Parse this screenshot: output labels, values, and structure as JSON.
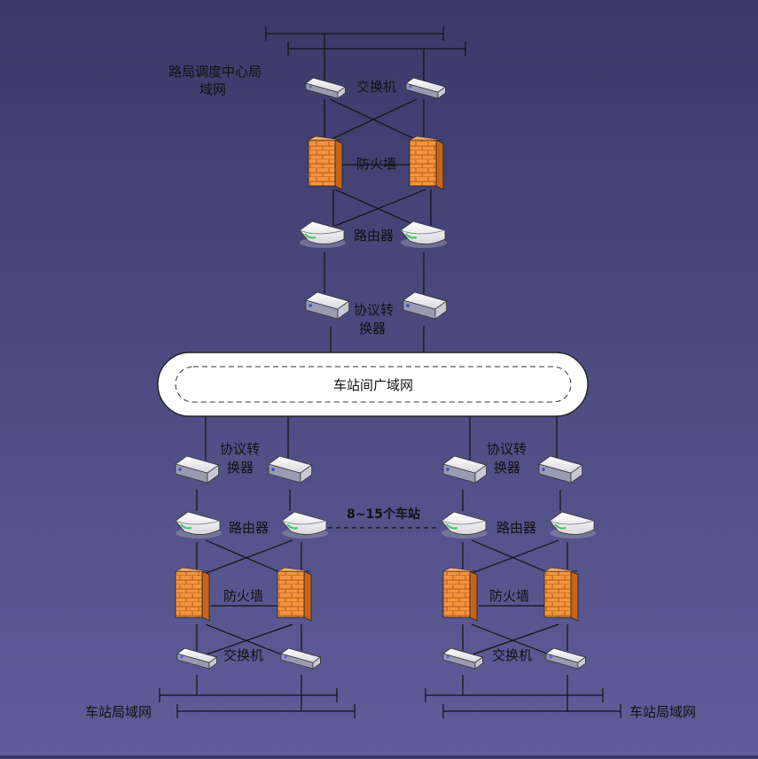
{
  "labels": {
    "hq_lan": [
      "路局调度中心局",
      "域网"
    ],
    "switch": "交换机",
    "firewall": "防火墙",
    "router": "路由器",
    "converter": [
      "协议转",
      "换器"
    ],
    "wan": "车站间广域网",
    "stations": "8~15个车站",
    "station_lan": "车站局域网"
  },
  "colors": {
    "firewall": "#f0913a",
    "firewall_dark": "#c8641a",
    "device_body": "#f3f3f5",
    "device_shadow": "#8c8ca8",
    "router_accent": "#3cc85a",
    "line": "#111111"
  }
}
